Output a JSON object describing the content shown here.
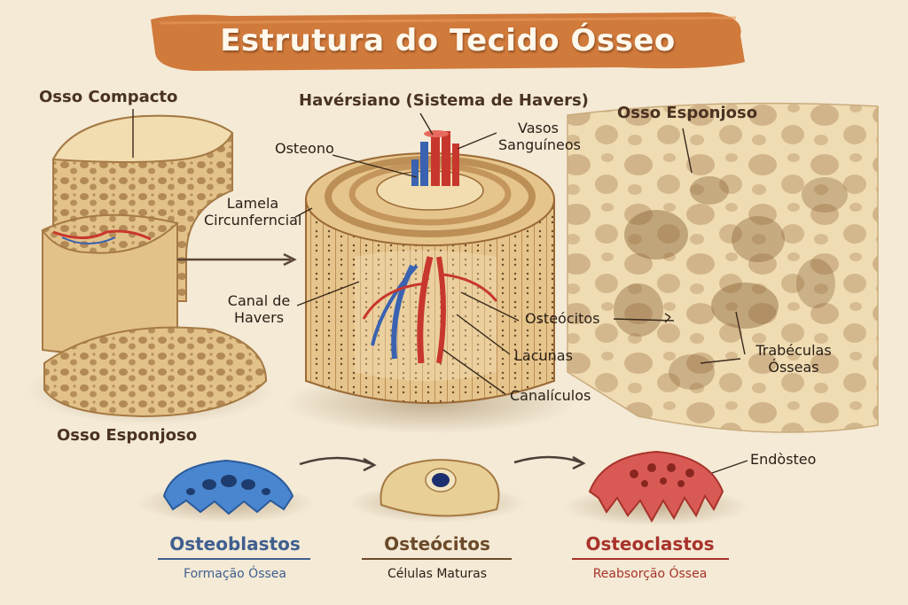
{
  "title": "Estrutura do Tecido Ósseo",
  "labels": {
    "osso_compacto": "Osso Compacto",
    "osso_esponjoso_left": "Osso Esponjoso",
    "haversiano": "Havérsiano (Sistema de Havers)",
    "osteono": "Osteono",
    "vasos_line1": "Vasos",
    "vasos_line2": "Sanguíneos",
    "lamela_line1": "Lamela",
    "lamela_line2": "Circunferncial",
    "canal_line1": "Canal de",
    "canal_line2": "Havers",
    "osteocitos_mid": "Osteócitos",
    "lacunas": "Lacunas",
    "canaliculos": "Canalículos",
    "osso_esponjoso_right": "Osso Esponjoso",
    "trabeculas_line1": "Trabéculas",
    "trabeculas_line2": "Ósseas",
    "endosteo": "Endòsteo"
  },
  "cells": [
    {
      "name": "Osteoblastos",
      "subtitle": "Formação Óssea",
      "color": "#3f5f8f"
    },
    {
      "name": "Osteócitos",
      "subtitle": "Células Maturas",
      "color": "#6b4a2a"
    },
    {
      "name": "Osteoclastos",
      "subtitle": "Reabsorção Óssea",
      "color": "#a8322a"
    }
  ],
  "colors": {
    "banner": "#d07a3c",
    "bone": "#e3c28a",
    "bone_dark": "#b98b52",
    "bone_light": "#f1ddb0",
    "artery": "#c8372d",
    "vein": "#3a62b0",
    "osteoblast": "#4a86cf",
    "osteoclast": "#d95a55"
  }
}
